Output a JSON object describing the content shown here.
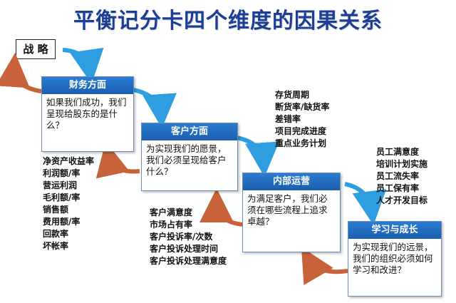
{
  "title": "平衡记分卡四个维度的因果关系",
  "strategy_label": "战 略",
  "finance": {
    "header": "财务方面",
    "question": "如果我们成功，我们呈现给股东的是什么？",
    "metrics": [
      "净资产收益率",
      "利润额/率",
      "营运利润",
      "毛利额/率",
      "销售额",
      "费用额/率",
      "回款率",
      "坏帐率"
    ]
  },
  "customer": {
    "header": "客户方面",
    "question": "为实现我们的愿景，我们必须呈现给客户什么？",
    "metrics": [
      "客户满意度",
      "市场占有率",
      "客户投诉率/次数",
      "客户投诉处理时间",
      "客户投诉处理满意度"
    ]
  },
  "internal": {
    "header": "内部运营",
    "question": "为满足客户，我们必须在哪些流程上追求卓越？",
    "metrics": [
      "存货周期",
      "断货率/缺货率",
      "差错率",
      "项目完成进度",
      "重点业务计划"
    ]
  },
  "learning": {
    "header": "学习与成长",
    "question": "为实现我们的远景，我们的组织必须如何学习和改进？",
    "metrics": [
      "员工满意度",
      "培训计划实施",
      "员工流失率",
      "员工保有率",
      "人才开发目标"
    ]
  },
  "colors": {
    "title": "#1b3f95",
    "header": "#1f66b6",
    "arrow_blue": "#2f9ee0",
    "arrow_orange": "#c8623a"
  }
}
